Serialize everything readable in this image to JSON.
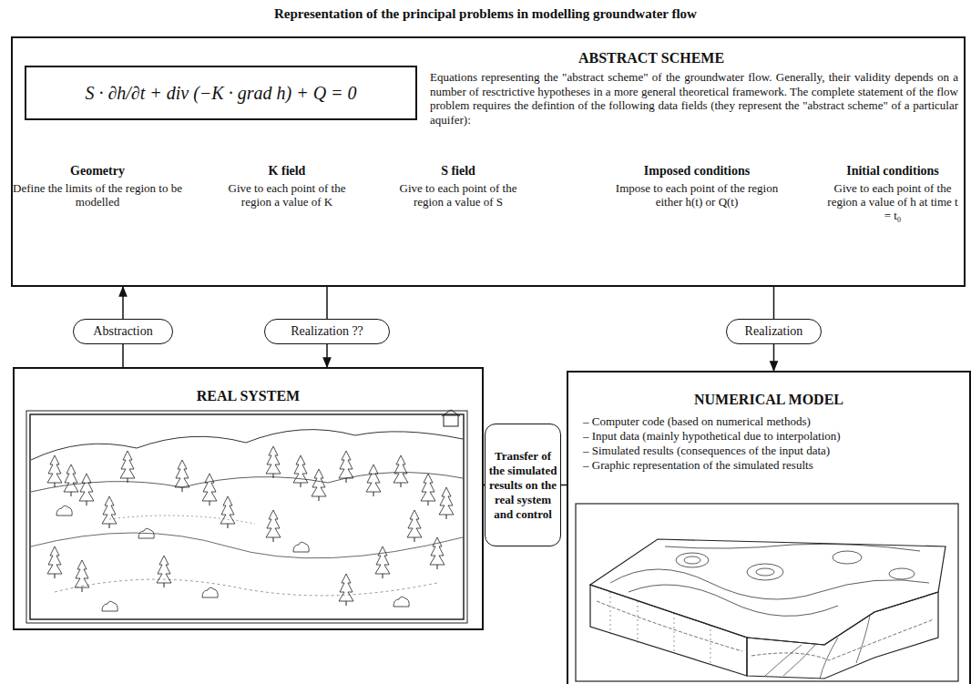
{
  "diagram": {
    "title": "Representation of the principal problems in modelling groundwater flow",
    "nodes": [
      {
        "text": [
          "ABSTRACT SCHEME",
          "Equations representing the \"abstract scheme\" of the groundwater flow. Generally, their validity depends on a number of resctrictive hypotheses in a more general theoretical framework. The complete statement of the flow problem requires the defintion of the following data fields (they represent the \"abstract scheme\" of a particular aquifer):"
        ]
      },
      {
        "text": [
          "S · ∂h/∂t + div (−K · grad h) + Q = 0"
        ],
        "in": 0
      },
      {
        "text": [
          "Abstraction"
        ]
      },
      {
        "text": [
          "Realization ??"
        ]
      },
      {
        "text": [
          "Realization"
        ]
      },
      {
        "text": [
          "REAL SYSTEM"
        ]
      },
      {
        "text": [
          "Transfer of the simulated results on the real system and control"
        ]
      },
      {
        "text": [
          "NUMERICAL MODEL",
          "– Computer code (based on numerical methods)",
          "– Input data (mainly hypothetical due to interpolation)",
          "– Simulated results (consequences of the input data)",
          "– Graphic representation of the simulated results"
        ]
      }
    ],
    "edges": [
      {
        "from": 5,
        "to": 2,
        "arrow": "none"
      },
      {
        "from": 2,
        "to": 0,
        "arrow": "to"
      },
      {
        "from": 0,
        "to": 3,
        "arrow": "none"
      },
      {
        "from": 3,
        "to": 5,
        "arrow": "to"
      },
      {
        "from": 0,
        "to": 4,
        "arrow": "none"
      },
      {
        "from": 4,
        "to": 7,
        "arrow": "to"
      },
      {
        "from": 7,
        "to": 6,
        "arrow": "none"
      },
      {
        "from": 6,
        "to": 5,
        "arrow": "to"
      }
    ],
    "labels": [
      "Geometry",
      "Define the limits of the region to be modelled",
      "K field",
      "Give to each point of the region a value of K",
      "S field",
      "Give to each point of the region a value of S",
      "Imposed conditions",
      "Impose to each point of the region either h(t) or Q(t)",
      "Initial conditions",
      "Give to each point of the region a value of h at time t = t₀"
    ]
  }
}
